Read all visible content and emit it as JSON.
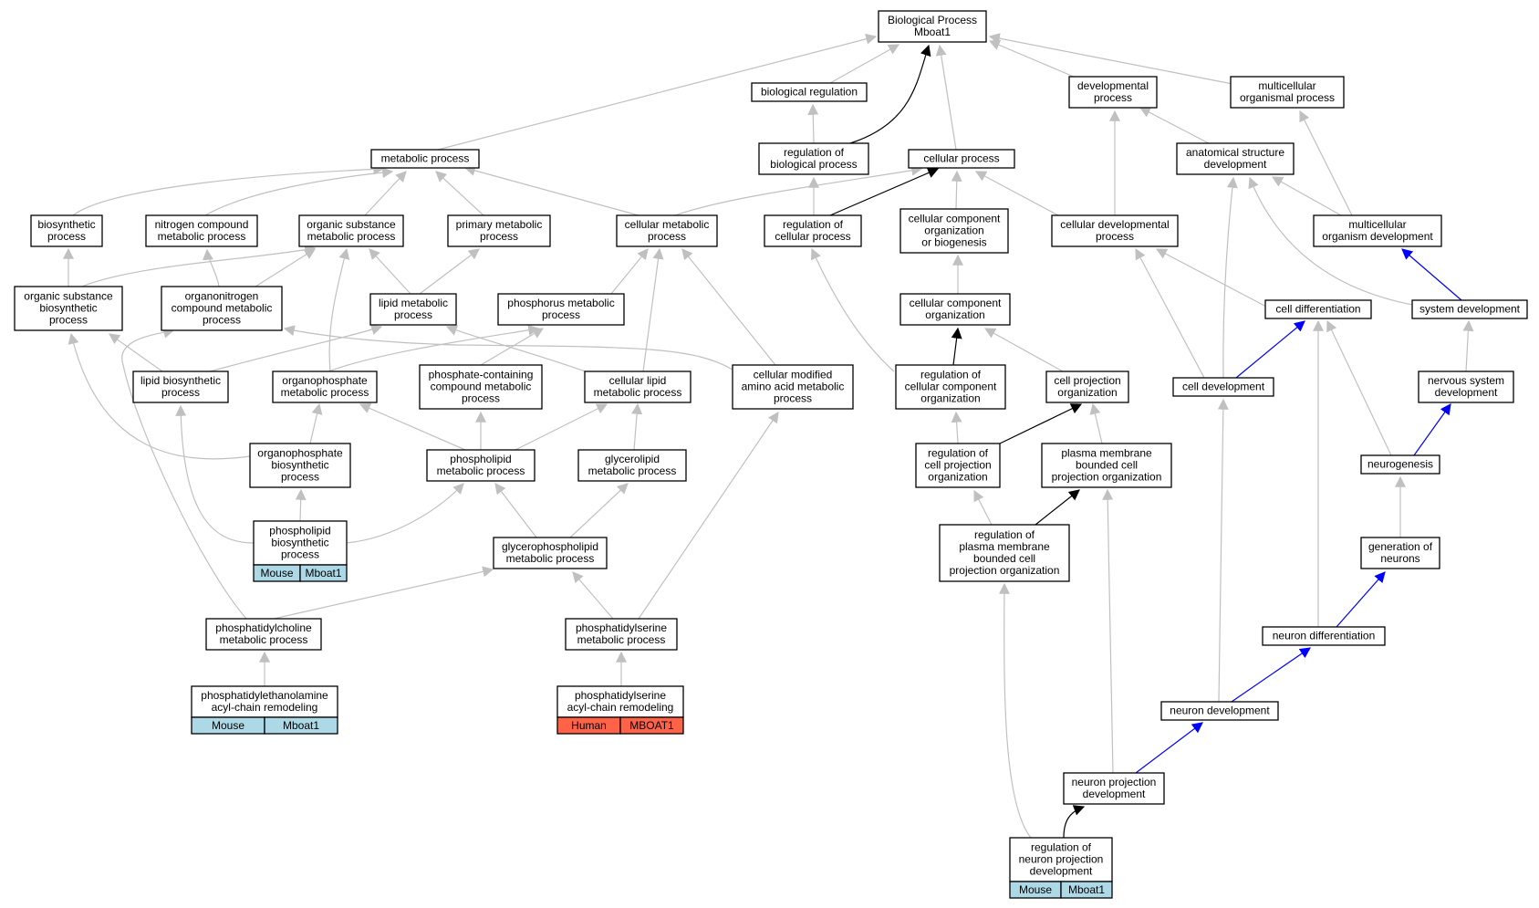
{
  "graph": {
    "colors": {
      "background": "#ffffff",
      "node_border": "#000000",
      "edge_default": "#c0c0c0",
      "edge_regulates": "#000000",
      "edge_part_of": "#0000ff",
      "tag_mouse": "#add8e6",
      "tag_human": "#ff6347"
    },
    "nodes": [
      {
        "id": "bp",
        "lines": [
          "Biological Process",
          "Mboat1"
        ]
      },
      {
        "id": "bioreg",
        "lines": [
          "biological regulation"
        ]
      },
      {
        "id": "dev",
        "lines": [
          "developmental",
          "process"
        ]
      },
      {
        "id": "multi",
        "lines": [
          "multicellular",
          "organismal process"
        ]
      },
      {
        "id": "metab",
        "lines": [
          "metabolic process"
        ]
      },
      {
        "id": "regbio",
        "lines": [
          "regulation of",
          "biological process"
        ]
      },
      {
        "id": "cellproc",
        "lines": [
          "cellular process"
        ]
      },
      {
        "id": "anat",
        "lines": [
          "anatomical structure",
          "development"
        ]
      },
      {
        "id": "biosyn",
        "lines": [
          "biosynthetic",
          "process"
        ]
      },
      {
        "id": "nitro",
        "lines": [
          "nitrogen compound",
          "metabolic process"
        ]
      },
      {
        "id": "orgsub",
        "lines": [
          "organic substance",
          "metabolic process"
        ]
      },
      {
        "id": "primary",
        "lines": [
          "primary metabolic",
          "process"
        ]
      },
      {
        "id": "cellmet",
        "lines": [
          "cellular metabolic",
          "process"
        ]
      },
      {
        "id": "regcell",
        "lines": [
          "regulation of",
          "cellular process"
        ]
      },
      {
        "id": "ccob",
        "lines": [
          "cellular component",
          "organization",
          "or biogenesis"
        ]
      },
      {
        "id": "celldevproc",
        "lines": [
          "cellular developmental",
          "process"
        ]
      },
      {
        "id": "multidev",
        "lines": [
          "multicellular",
          "organism development"
        ]
      },
      {
        "id": "orgsubbio",
        "lines": [
          "organic substance",
          "biosynthetic",
          "process"
        ]
      },
      {
        "id": "orgnitro",
        "lines": [
          "organonitrogen",
          "compound metabolic",
          "process"
        ]
      },
      {
        "id": "lipid",
        "lines": [
          "lipid metabolic",
          "process"
        ]
      },
      {
        "id": "phosph",
        "lines": [
          "phosphorus metabolic",
          "process"
        ]
      },
      {
        "id": "cco",
        "lines": [
          "cellular component",
          "organization"
        ]
      },
      {
        "id": "celldiff",
        "lines": [
          "cell differentiation"
        ]
      },
      {
        "id": "sysdev",
        "lines": [
          "system development"
        ]
      },
      {
        "id": "lipidbio",
        "lines": [
          "lipid biosynthetic",
          "process"
        ]
      },
      {
        "id": "orgphos",
        "lines": [
          "organophosphate",
          "metabolic process"
        ]
      },
      {
        "id": "phoscont",
        "lines": [
          "phosphate-containing",
          "compound metabolic",
          "process"
        ]
      },
      {
        "id": "celllipid",
        "lines": [
          "cellular lipid",
          "metabolic process"
        ]
      },
      {
        "id": "cellmod",
        "lines": [
          "cellular modified",
          "amino acid metabolic",
          "process"
        ]
      },
      {
        "id": "regcco",
        "lines": [
          "regulation of",
          "cellular component",
          "organization"
        ]
      },
      {
        "id": "cpo",
        "lines": [
          "cell projection",
          "organization"
        ]
      },
      {
        "id": "celldev",
        "lines": [
          "cell development"
        ]
      },
      {
        "id": "nsd",
        "lines": [
          "nervous system",
          "development"
        ]
      },
      {
        "id": "orgphosbio",
        "lines": [
          "organophosphate",
          "biosynthetic",
          "process"
        ]
      },
      {
        "id": "phoslip",
        "lines": [
          "phospholipid",
          "metabolic process"
        ]
      },
      {
        "id": "glycerolipid",
        "lines": [
          "glycerolipid",
          "metabolic process"
        ]
      },
      {
        "id": "regcpo",
        "lines": [
          "regulation of",
          "cell projection",
          "organization"
        ]
      },
      {
        "id": "pmbcpo",
        "lines": [
          "plasma membrane",
          "bounded cell",
          "projection organization"
        ]
      },
      {
        "id": "neurogenesis",
        "lines": [
          "neurogenesis"
        ]
      },
      {
        "id": "phoslipbio",
        "lines": [
          "phospholipid",
          "biosynthetic",
          "process"
        ],
        "tags": [
          {
            "label": "Mouse",
            "kind": "mouse"
          },
          {
            "label": "Mboat1",
            "kind": "mouse"
          }
        ]
      },
      {
        "id": "glycphos",
        "lines": [
          "glycerophospholipid",
          "metabolic process"
        ]
      },
      {
        "id": "regpmbcpo",
        "lines": [
          "regulation of",
          "plasma membrane",
          "bounded cell",
          "projection organization"
        ]
      },
      {
        "id": "genneu",
        "lines": [
          "generation of",
          "neurons"
        ]
      },
      {
        "id": "pcholine",
        "lines": [
          "phosphatidylcholine",
          "metabolic process"
        ]
      },
      {
        "id": "pserine",
        "lines": [
          "phosphatidylserine",
          "metabolic process"
        ]
      },
      {
        "id": "neudiff",
        "lines": [
          "neuron differentiation"
        ]
      },
      {
        "id": "pethan",
        "lines": [
          "phosphatidylethanolamine",
          "acyl-chain remodeling"
        ],
        "tags": [
          {
            "label": "Mouse",
            "kind": "mouse"
          },
          {
            "label": "Mboat1",
            "kind": "mouse"
          }
        ]
      },
      {
        "id": "pserrem",
        "lines": [
          "phosphatidylserine",
          "acyl-chain remodeling"
        ],
        "tags": [
          {
            "label": "Human",
            "kind": "human"
          },
          {
            "label": "MBOAT1",
            "kind": "human"
          }
        ]
      },
      {
        "id": "neudev",
        "lines": [
          "neuron development"
        ]
      },
      {
        "id": "neuprojdev",
        "lines": [
          "neuron projection",
          "development"
        ]
      },
      {
        "id": "regneuproj",
        "lines": [
          "regulation of",
          "neuron projection",
          "development"
        ],
        "tags": [
          {
            "label": "Mouse",
            "kind": "mouse"
          },
          {
            "label": "Mboat1",
            "kind": "mouse"
          }
        ]
      }
    ],
    "edges": [
      {
        "from": "bioreg",
        "to": "bp",
        "kind": "is_a"
      },
      {
        "from": "dev",
        "to": "bp",
        "kind": "is_a"
      },
      {
        "from": "multi",
        "to": "bp",
        "kind": "is_a"
      },
      {
        "from": "metab",
        "to": "bp",
        "kind": "is_a"
      },
      {
        "from": "regbio",
        "to": "bioreg",
        "kind": "is_a"
      },
      {
        "from": "regbio",
        "to": "bp",
        "kind": "regulates"
      },
      {
        "from": "cellproc",
        "to": "bp",
        "kind": "is_a"
      },
      {
        "from": "anat",
        "to": "dev",
        "kind": "is_a"
      },
      {
        "from": "biosyn",
        "to": "metab",
        "kind": "is_a"
      },
      {
        "from": "nitro",
        "to": "metab",
        "kind": "is_a"
      },
      {
        "from": "orgsub",
        "to": "metab",
        "kind": "is_a"
      },
      {
        "from": "primary",
        "to": "metab",
        "kind": "is_a"
      },
      {
        "from": "cellmet",
        "to": "metab",
        "kind": "is_a"
      },
      {
        "from": "cellmet",
        "to": "cellproc",
        "kind": "is_a"
      },
      {
        "from": "regcell",
        "to": "regbio",
        "kind": "is_a"
      },
      {
        "from": "regcell",
        "to": "cellproc",
        "kind": "regulates"
      },
      {
        "from": "ccob",
        "to": "cellproc",
        "kind": "is_a"
      },
      {
        "from": "celldevproc",
        "to": "cellproc",
        "kind": "is_a"
      },
      {
        "from": "celldevproc",
        "to": "dev",
        "kind": "is_a"
      },
      {
        "from": "multidev",
        "to": "anat",
        "kind": "is_a"
      },
      {
        "from": "multidev",
        "to": "multi",
        "kind": "is_a"
      },
      {
        "from": "orgsubbio",
        "to": "biosyn",
        "kind": "is_a"
      },
      {
        "from": "orgsubbio",
        "to": "orgsub",
        "kind": "is_a"
      },
      {
        "from": "orgnitro",
        "to": "nitro",
        "kind": "is_a"
      },
      {
        "from": "orgnitro",
        "to": "orgsub",
        "kind": "is_a"
      },
      {
        "from": "lipid",
        "to": "orgsub",
        "kind": "is_a"
      },
      {
        "from": "lipid",
        "to": "primary",
        "kind": "is_a"
      },
      {
        "from": "phosph",
        "to": "cellmet",
        "kind": "is_a"
      },
      {
        "from": "cco",
        "to": "ccob",
        "kind": "is_a"
      },
      {
        "from": "celldiff",
        "to": "celldevproc",
        "kind": "is_a"
      },
      {
        "from": "sysdev",
        "to": "multidev",
        "kind": "part_of"
      },
      {
        "from": "sysdev",
        "to": "anat",
        "kind": "is_a"
      },
      {
        "from": "lipidbio",
        "to": "orgsubbio",
        "kind": "is_a"
      },
      {
        "from": "lipidbio",
        "to": "lipid",
        "kind": "is_a"
      },
      {
        "from": "orgphos",
        "to": "orgsub",
        "kind": "is_a"
      },
      {
        "from": "orgphos",
        "to": "phosph",
        "kind": "is_a"
      },
      {
        "from": "phoscont",
        "to": "phosph",
        "kind": "is_a"
      },
      {
        "from": "celllipid",
        "to": "lipid",
        "kind": "is_a"
      },
      {
        "from": "celllipid",
        "to": "cellmet",
        "kind": "is_a"
      },
      {
        "from": "cellmod",
        "to": "orgnitro",
        "kind": "is_a"
      },
      {
        "from": "cellmod",
        "to": "cellmet",
        "kind": "is_a"
      },
      {
        "from": "regcco",
        "to": "regcell",
        "kind": "is_a"
      },
      {
        "from": "regcco",
        "to": "cco",
        "kind": "regulates"
      },
      {
        "from": "cpo",
        "to": "cco",
        "kind": "is_a"
      },
      {
        "from": "celldev",
        "to": "celldevproc",
        "kind": "is_a"
      },
      {
        "from": "celldev",
        "to": "anat",
        "kind": "is_a"
      },
      {
        "from": "celldev",
        "to": "celldiff",
        "kind": "part_of"
      },
      {
        "from": "nsd",
        "to": "sysdev",
        "kind": "is_a"
      },
      {
        "from": "orgphosbio",
        "to": "orgsubbio",
        "kind": "is_a"
      },
      {
        "from": "orgphosbio",
        "to": "orgphos",
        "kind": "is_a"
      },
      {
        "from": "phoslip",
        "to": "orgphos",
        "kind": "is_a"
      },
      {
        "from": "phoslip",
        "to": "phoscont",
        "kind": "is_a"
      },
      {
        "from": "phoslip",
        "to": "celllipid",
        "kind": "is_a"
      },
      {
        "from": "glycerolipid",
        "to": "celllipid",
        "kind": "is_a"
      },
      {
        "from": "regcpo",
        "to": "regcco",
        "kind": "is_a"
      },
      {
        "from": "regcpo",
        "to": "cpo",
        "kind": "regulates"
      },
      {
        "from": "pmbcpo",
        "to": "cpo",
        "kind": "is_a"
      },
      {
        "from": "neurogenesis",
        "to": "celldiff",
        "kind": "is_a"
      },
      {
        "from": "neurogenesis",
        "to": "nsd",
        "kind": "part_of"
      },
      {
        "from": "phoslipbio",
        "to": "lipidbio",
        "kind": "is_a"
      },
      {
        "from": "phoslipbio",
        "to": "orgphosbio",
        "kind": "is_a"
      },
      {
        "from": "phoslipbio",
        "to": "phoslip",
        "kind": "is_a"
      },
      {
        "from": "glycphos",
        "to": "phoslip",
        "kind": "is_a"
      },
      {
        "from": "glycphos",
        "to": "glycerolipid",
        "kind": "is_a"
      },
      {
        "from": "regpmbcpo",
        "to": "regcpo",
        "kind": "is_a"
      },
      {
        "from": "regpmbcpo",
        "to": "pmbcpo",
        "kind": "regulates"
      },
      {
        "from": "genneu",
        "to": "neurogenesis",
        "kind": "is_a"
      },
      {
        "from": "pcholine",
        "to": "glycphos",
        "kind": "is_a"
      },
      {
        "from": "pcholine",
        "to": "orgnitro",
        "kind": "is_a"
      },
      {
        "from": "pserine",
        "to": "glycphos",
        "kind": "is_a"
      },
      {
        "from": "pserine",
        "to": "cellmod",
        "kind": "is_a"
      },
      {
        "from": "neudiff",
        "to": "celldiff",
        "kind": "is_a"
      },
      {
        "from": "neudiff",
        "to": "genneu",
        "kind": "part_of"
      },
      {
        "from": "pethan",
        "to": "pcholine",
        "kind": "is_a"
      },
      {
        "from": "pserrem",
        "to": "pserine",
        "kind": "is_a"
      },
      {
        "from": "neudev",
        "to": "celldev",
        "kind": "is_a"
      },
      {
        "from": "neudev",
        "to": "neudiff",
        "kind": "part_of"
      },
      {
        "from": "neuprojdev",
        "to": "pmbcpo",
        "kind": "is_a"
      },
      {
        "from": "neuprojdev",
        "to": "neudev",
        "kind": "part_of"
      },
      {
        "from": "regneuproj",
        "to": "regpmbcpo",
        "kind": "is_a"
      },
      {
        "from": "regneuproj",
        "to": "neuprojdev",
        "kind": "regulates"
      }
    ]
  }
}
